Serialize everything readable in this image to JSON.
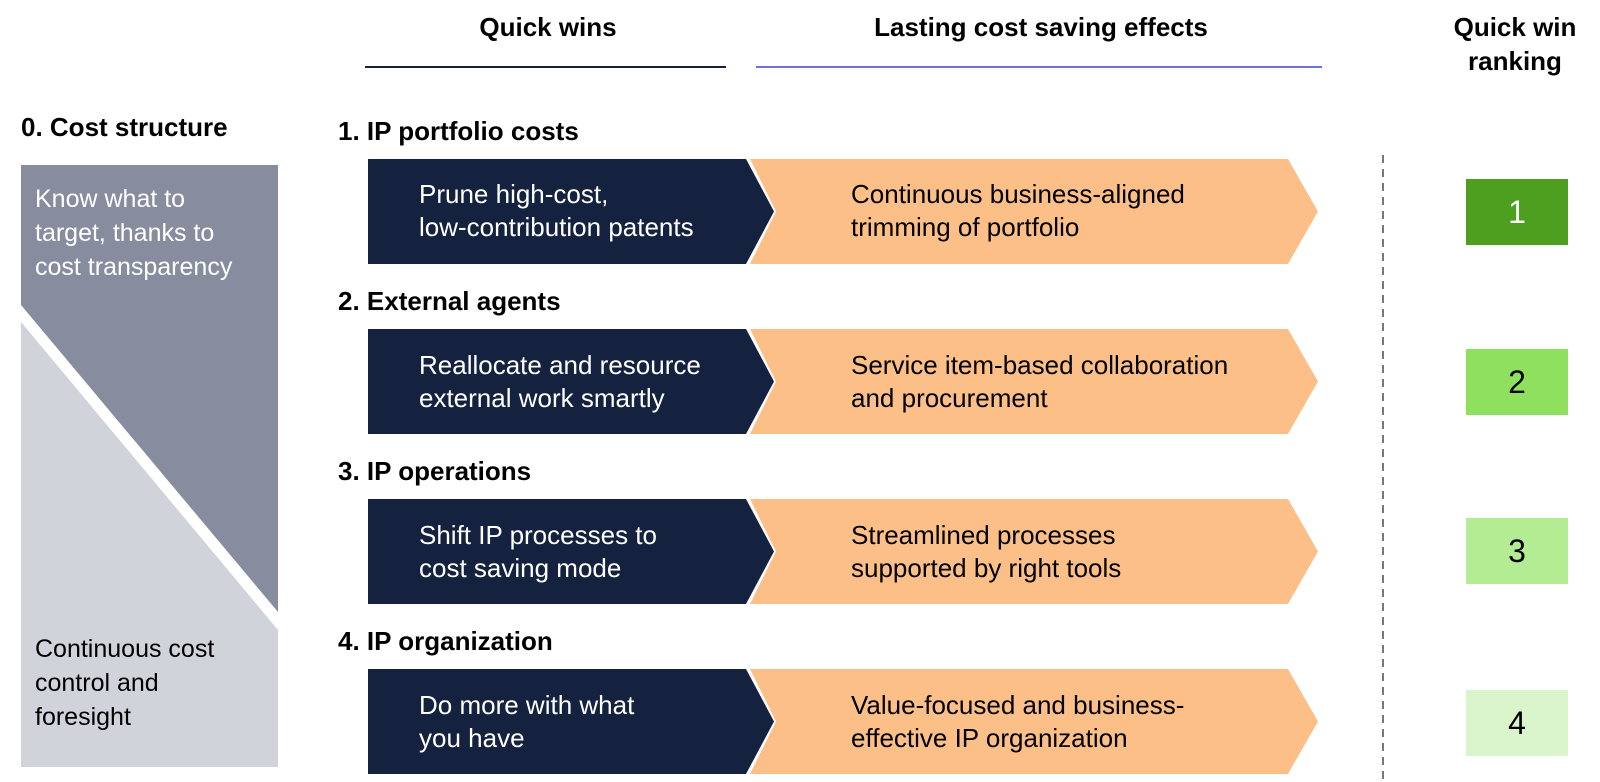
{
  "headers": {
    "quick_wins": "Quick wins",
    "lasting": "Lasting cost saving effects",
    "ranking_line1": "Quick win",
    "ranking_line2": "ranking"
  },
  "cost_structure": {
    "title": "0. Cost structure",
    "top_lines": [
      "Know what to",
      "target, thanks to",
      "cost transparency"
    ],
    "bottom_lines": [
      "Continuous cost",
      "control and",
      "foresight"
    ]
  },
  "rows": [
    {
      "title": "1. IP portfolio costs",
      "quick_win_lines": [
        "Prune high-cost,",
        "low-contribution patents"
      ],
      "lasting_lines": [
        "Continuous business-aligned",
        "trimming of portfolio"
      ],
      "rank": "1"
    },
    {
      "title": "2. External agents",
      "quick_win_lines": [
        "Reallocate and resource",
        "external work smartly"
      ],
      "lasting_lines": [
        "Service item-based collaboration",
        "and procurement"
      ],
      "rank": "2"
    },
    {
      "title": "3. IP operations",
      "quick_win_lines": [
        "Shift IP processes to",
        "cost saving mode"
      ],
      "lasting_lines": [
        "Streamlined processes",
        "supported by right tools"
      ],
      "rank": "3"
    },
    {
      "title": "4. IP organization",
      "quick_win_lines": [
        "Do more with what",
        "you have"
      ],
      "lasting_lines": [
        "Value-focused and business-",
        "effective IP organization"
      ],
      "rank": "4"
    }
  ],
  "colors": {
    "navy": "#14213f",
    "orange": "#fcbf88",
    "gray_dark": "#878d9e",
    "gray_light": "#d1d3da",
    "rank_1": "#4e9f20",
    "rank_2": "#8fe05e",
    "rank_3": "#b4ec93",
    "rank_4": "#daf4cc",
    "rule_quick": "#14213f",
    "rule_lasting": "#6f73e0",
    "dashed": "#777777"
  }
}
